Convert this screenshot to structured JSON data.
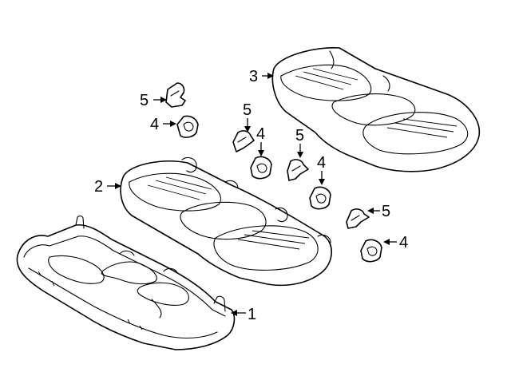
{
  "callouts": [
    {
      "id": "cushion-frame",
      "label": "1"
    },
    {
      "id": "seat-cushion",
      "label": "2"
    },
    {
      "id": "seat-cover",
      "label": "3"
    },
    {
      "id": "clip-a",
      "label": "4"
    },
    {
      "id": "clip-b",
      "label": "4"
    },
    {
      "id": "clip-c",
      "label": "4"
    },
    {
      "id": "clip-d",
      "label": "4"
    },
    {
      "id": "bracket-a",
      "label": "5"
    },
    {
      "id": "bracket-b",
      "label": "5"
    },
    {
      "id": "bracket-c",
      "label": "5"
    },
    {
      "id": "bracket-d",
      "label": "5"
    }
  ]
}
